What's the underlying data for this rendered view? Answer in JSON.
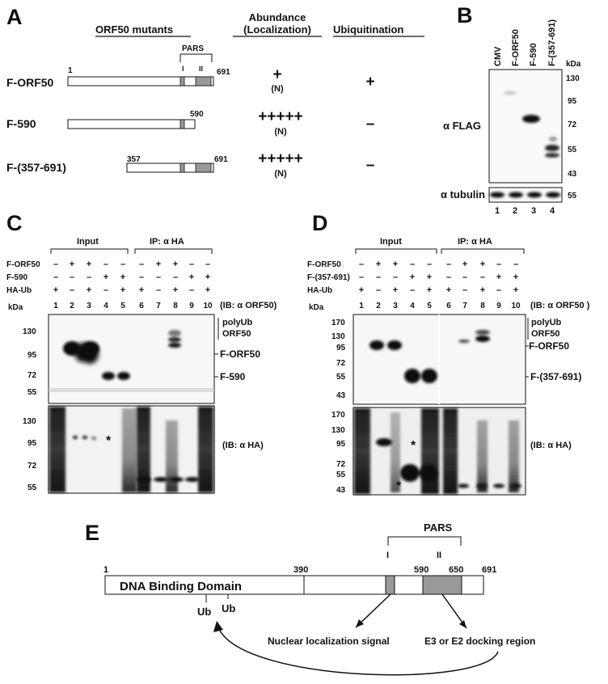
{
  "panelA": {
    "letter": "A",
    "hdr_mutants": "ORF50 mutants",
    "hdr_abundance": "Abundance",
    "hdr_localization": "(Localization)",
    "hdr_ubiq": "Ubiquitination",
    "pars": "PARS",
    "roman1": "I",
    "roman2": "II",
    "rows": [
      {
        "name": "F-ORF50",
        "start": "1",
        "end": "691",
        "abund": "+",
        "loc": "(N)",
        "ub": "+"
      },
      {
        "name": "F-590",
        "start": "",
        "end": "590",
        "abund": "+++++",
        "loc": "(N)",
        "ub": "–"
      },
      {
        "name": "F-(357-691)",
        "start": "357",
        "end": "691",
        "abund": "+++++",
        "loc": "(N)",
        "ub": "–"
      }
    ]
  },
  "panelB": {
    "letter": "B",
    "lanes": [
      "CMV",
      "F-ORF50",
      "F-590",
      "F-(357-691)"
    ],
    "kda": "kDa",
    "markers_top": [
      "130",
      "95",
      "72",
      "55",
      "43"
    ],
    "marker_tub": "55",
    "label_flag": "α FLAG",
    "label_tub": "α tubulin",
    "lane_nums": [
      "1",
      "2",
      "3",
      "4"
    ]
  },
  "panelC": {
    "letter": "C",
    "input": "Input",
    "ip": "IP: α HA",
    "row_labels": [
      "F-ORF50",
      "F-590",
      "HA-Ub"
    ],
    "signs": [
      [
        "–",
        "+",
        "+",
        "–",
        "–",
        "–",
        "+",
        "+",
        "–",
        "–"
      ],
      [
        "–",
        "–",
        "–",
        "+",
        "+",
        "–",
        "–",
        "–",
        "+",
        "+"
      ],
      [
        "+",
        "–",
        "+",
        "–",
        "+",
        "+",
        "–",
        "+",
        "–",
        "+"
      ]
    ],
    "kda": "kDa",
    "lane_nums": [
      "1",
      "2",
      "3",
      "4",
      "5",
      "6",
      "7",
      "8",
      "9",
      "10"
    ],
    "ib_top": "(IB: α ORF50)",
    "ib_bottom": "(IB: α HA)",
    "polyub": "polyUb",
    "orf50": "ORF50",
    "band1": "F-ORF50",
    "band2": "F-590",
    "markers_top": [
      "130",
      "95",
      "72",
      "55"
    ],
    "markers_bottom": [
      "130",
      "95",
      "72",
      "55"
    ],
    "star": "*"
  },
  "panelD": {
    "letter": "D",
    "input": "Input",
    "ip": "IP: α HA",
    "row_labels": [
      "F-ORF50",
      "F-(357-691)",
      "HA-Ub"
    ],
    "signs": [
      [
        "–",
        "+",
        "+",
        "–",
        "–",
        "–",
        "+",
        "+",
        "–",
        "–"
      ],
      [
        "–",
        "–",
        "–",
        "+",
        "+",
        "–",
        "–",
        "–",
        "+",
        "+"
      ],
      [
        "+",
        "–",
        "+",
        "–",
        "+",
        "+",
        "–",
        "+",
        "–",
        "+"
      ]
    ],
    "kda": "kDa",
    "lane_nums": [
      "1",
      "2",
      "3",
      "4",
      "5",
      "6",
      "7",
      "8",
      "9",
      "10"
    ],
    "ib_top": "(IB: α ORF50 )",
    "ib_bottom": "(IB: α HA)",
    "polyub": "polyUb",
    "orf50": "ORF50",
    "band1": "F-ORF50",
    "band2": "F-(357-691)",
    "markers_top": [
      "170",
      "130",
      "95",
      "72",
      "55",
      "43"
    ],
    "markers_bottom": [
      "170",
      "130",
      "95",
      "72",
      "55",
      "43"
    ],
    "star": "*"
  },
  "panelE": {
    "letter": "E",
    "pars": "PARS",
    "roman1": "I",
    "roman2": "II",
    "pos": [
      "1",
      "390",
      "590",
      "650",
      "691"
    ],
    "domain": "DNA Binding Domain",
    "ub": "Ub",
    "nls": "Nuclear localization signal",
    "e3": "E3 or E2 docking region"
  }
}
